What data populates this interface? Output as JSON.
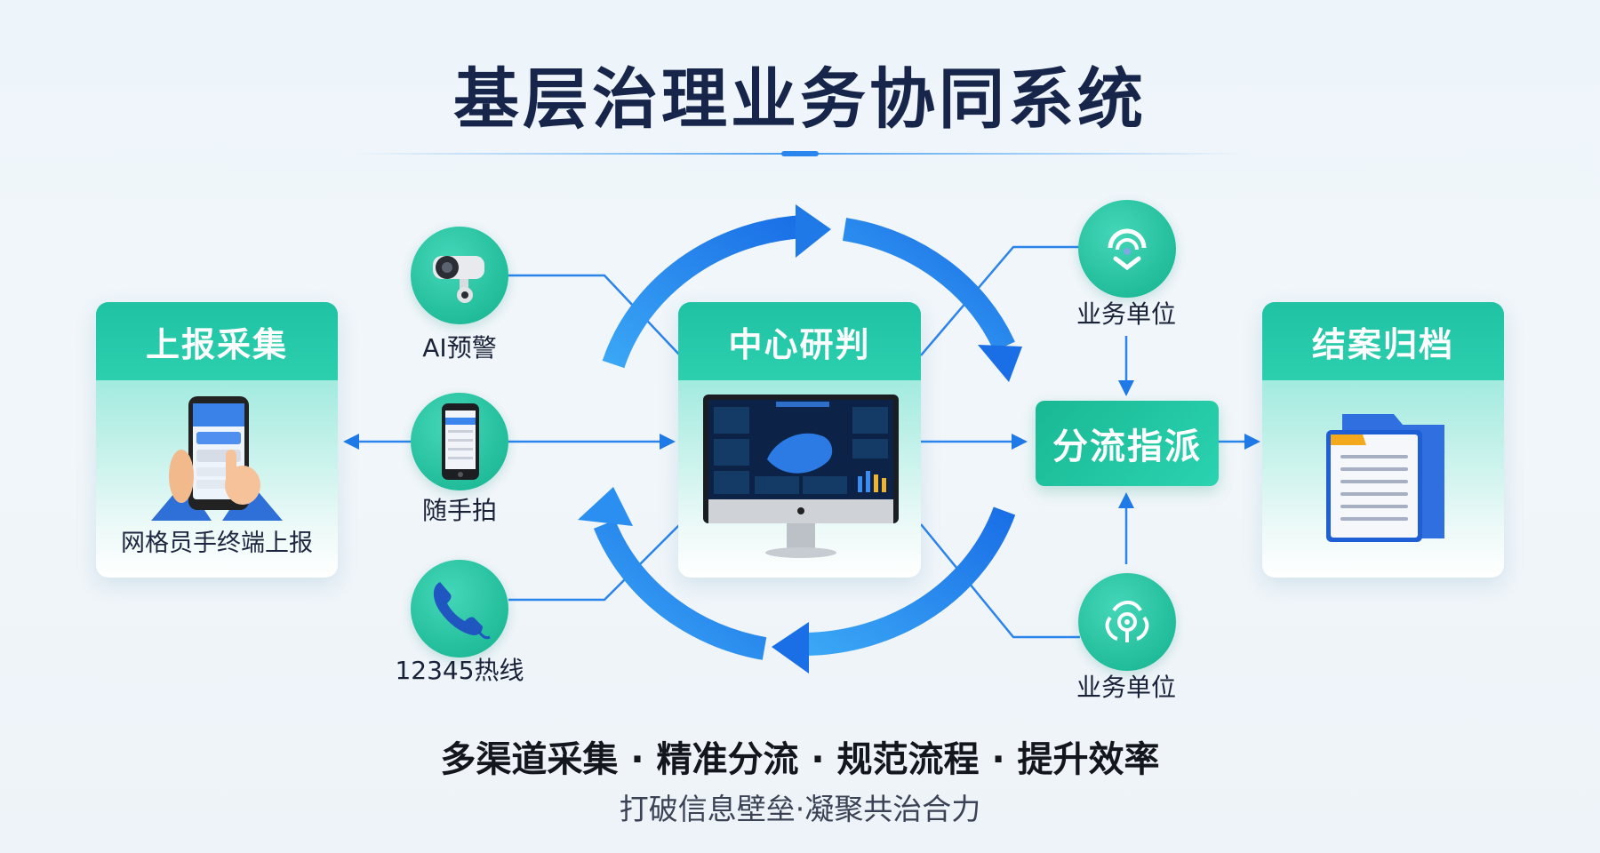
{
  "title": "基层治理业务协同系统",
  "stages": {
    "collect": {
      "label": "上报采集",
      "caption": "网格员手终端上报",
      "illustration": "hands-holding-phone-icon"
    },
    "analyze": {
      "label": "中心研判",
      "illustration": "dashboard-monitor-icon"
    },
    "dispatch": {
      "label": "分流指派"
    },
    "archive": {
      "label": "结案归档",
      "illustration": "document-folder-icon"
    }
  },
  "channels": [
    {
      "label": "AI预警",
      "icon": "surveillance-camera-icon"
    },
    {
      "label": "随手拍",
      "icon": "smartphone-icon"
    },
    {
      "label": "12345热线",
      "icon": "telephone-icon"
    }
  ],
  "units": [
    {
      "label": "业务单位",
      "icon": "signal-location-icon"
    },
    {
      "label": "业务单位",
      "icon": "network-hub-icon"
    }
  ],
  "slogan": "多渠道采集 · 精准分流 · 规范流程 · 提升效率",
  "subslogan": "打破信息壁垒·凝聚共治合力",
  "colors": {
    "accent_teal": "#1fc2a3",
    "arrow_blue": "#1f7ae8",
    "title_navy": "#17254a"
  }
}
